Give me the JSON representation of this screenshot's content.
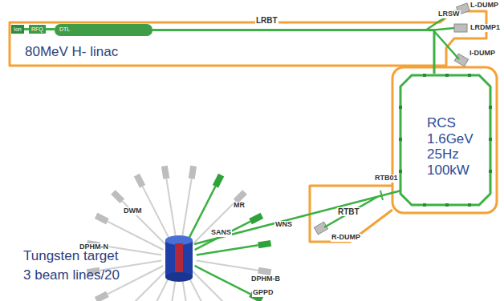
{
  "diagram": {
    "nodes": [
      {
        "text": [
          "Ion"
        ]
      },
      {
        "text": [
          "RFQ"
        ]
      },
      {
        "text": [
          "DTL"
        ]
      },
      {
        "text": [
          "RCS 1.6GeV 25Hz 100kW"
        ]
      }
    ],
    "edges": [
      {
        "from": 0,
        "to": 1,
        "arrow": "none"
      },
      {
        "from": 1,
        "to": 2,
        "arrow": "none"
      },
      {
        "from": 2,
        "to": 3,
        "arrow": "none"
      }
    ],
    "labels": [
      "LRBT",
      "LRSW",
      "L-DUMP",
      "LRDMP1",
      "I-DUMP",
      "80MeV H- linac",
      "RTB01",
      "RTBT",
      "R-DUMP",
      "Tungsten target",
      "3 beam lines/20",
      "DWM",
      "MR",
      "SANS",
      "WNS",
      "DPHM-N",
      "DPHM-B",
      "GPPD"
    ]
  }
}
